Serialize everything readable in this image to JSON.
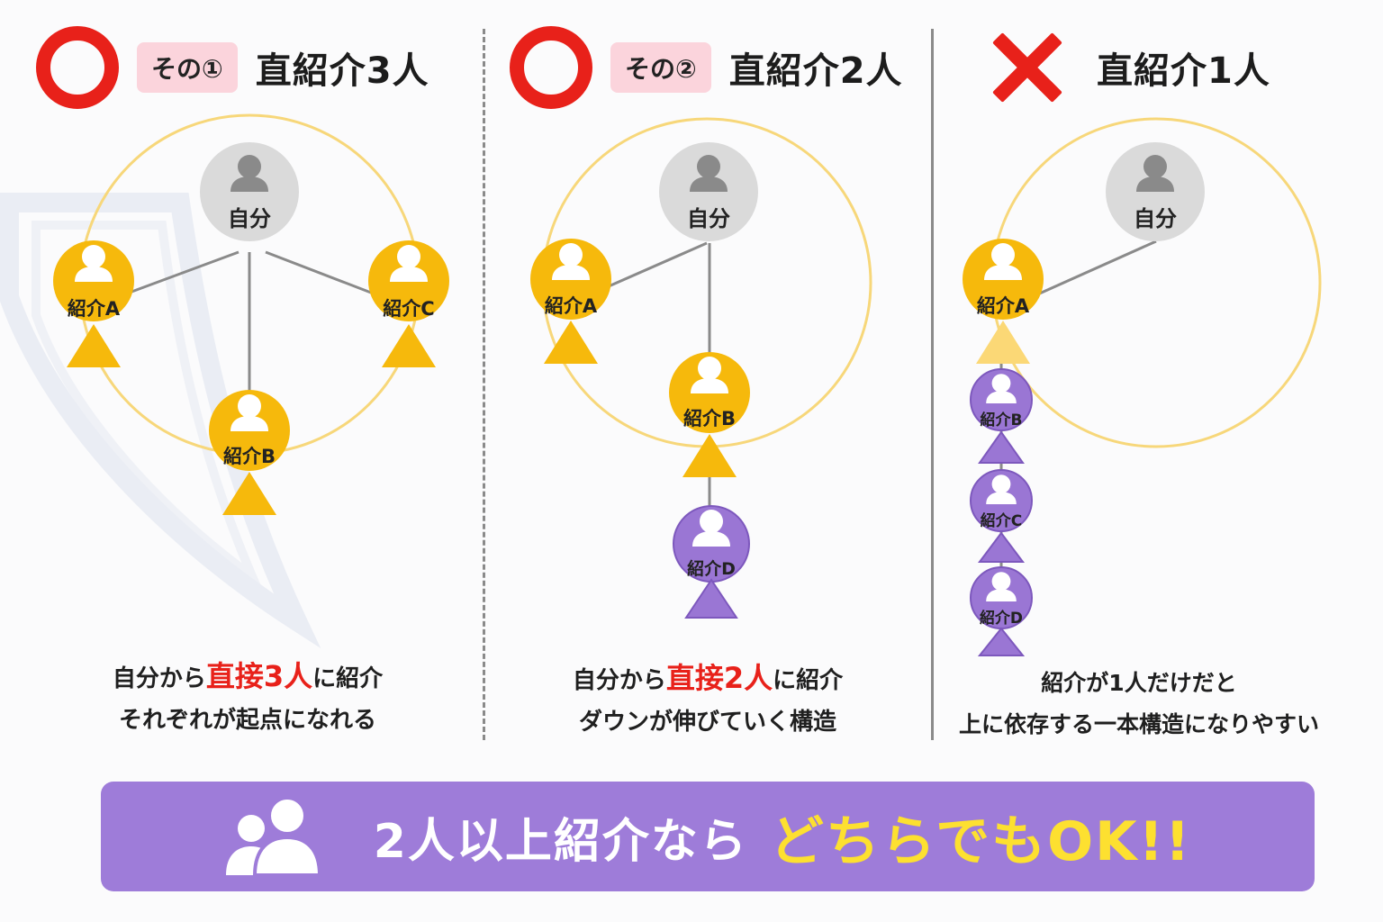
{
  "panels": [
    {
      "verdict": "ok",
      "tag": "その①",
      "title": "直紹介3人",
      "caption_line1_pre": "自分から",
      "caption_line1_hl": "直接3人",
      "caption_line1_post": "に紹介",
      "caption_line2": "それぞれが起点になれる"
    },
    {
      "verdict": "ok",
      "tag": "その②",
      "title": "直紹介2人",
      "caption_line1_pre": "自分から",
      "caption_line1_hl": "直接2人",
      "caption_line1_post": "に紹介",
      "caption_line2": "ダウンが伸びていく構造"
    },
    {
      "verdict": "ng",
      "title": "直紹介1人",
      "caption_line1": "紹介が1人だけだと",
      "caption_line2": "上に依存する一本構造になりやすい"
    }
  ],
  "nodes": {
    "self": "自分",
    "a": "紹介A",
    "b": "紹介B",
    "c": "紹介C",
    "d": "紹介D"
  },
  "colors": {
    "accent_red": "#e8211a",
    "direct_gold": "#f6b90c",
    "indirect_purple": "#9a76d4",
    "self_gray": "#dadada",
    "ring_yellow": "#f7d77a",
    "banner_purple": "#9e7cd9",
    "banner_highlight": "#fde030"
  },
  "banner": {
    "icon": "users-icon",
    "text": "2人以上紹介なら",
    "highlight": "どちらでもOK!!"
  }
}
